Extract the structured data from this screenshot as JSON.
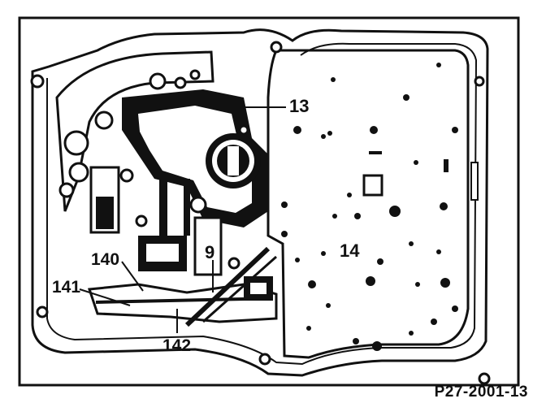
{
  "callouts": {
    "c13": "13",
    "c14": "14",
    "c9": "9",
    "c140": "140",
    "c141": "141",
    "c142": "142"
  },
  "figure_id": "P27-2001-13",
  "colors": {
    "ink": "#111111",
    "paper": "#ffffff"
  }
}
